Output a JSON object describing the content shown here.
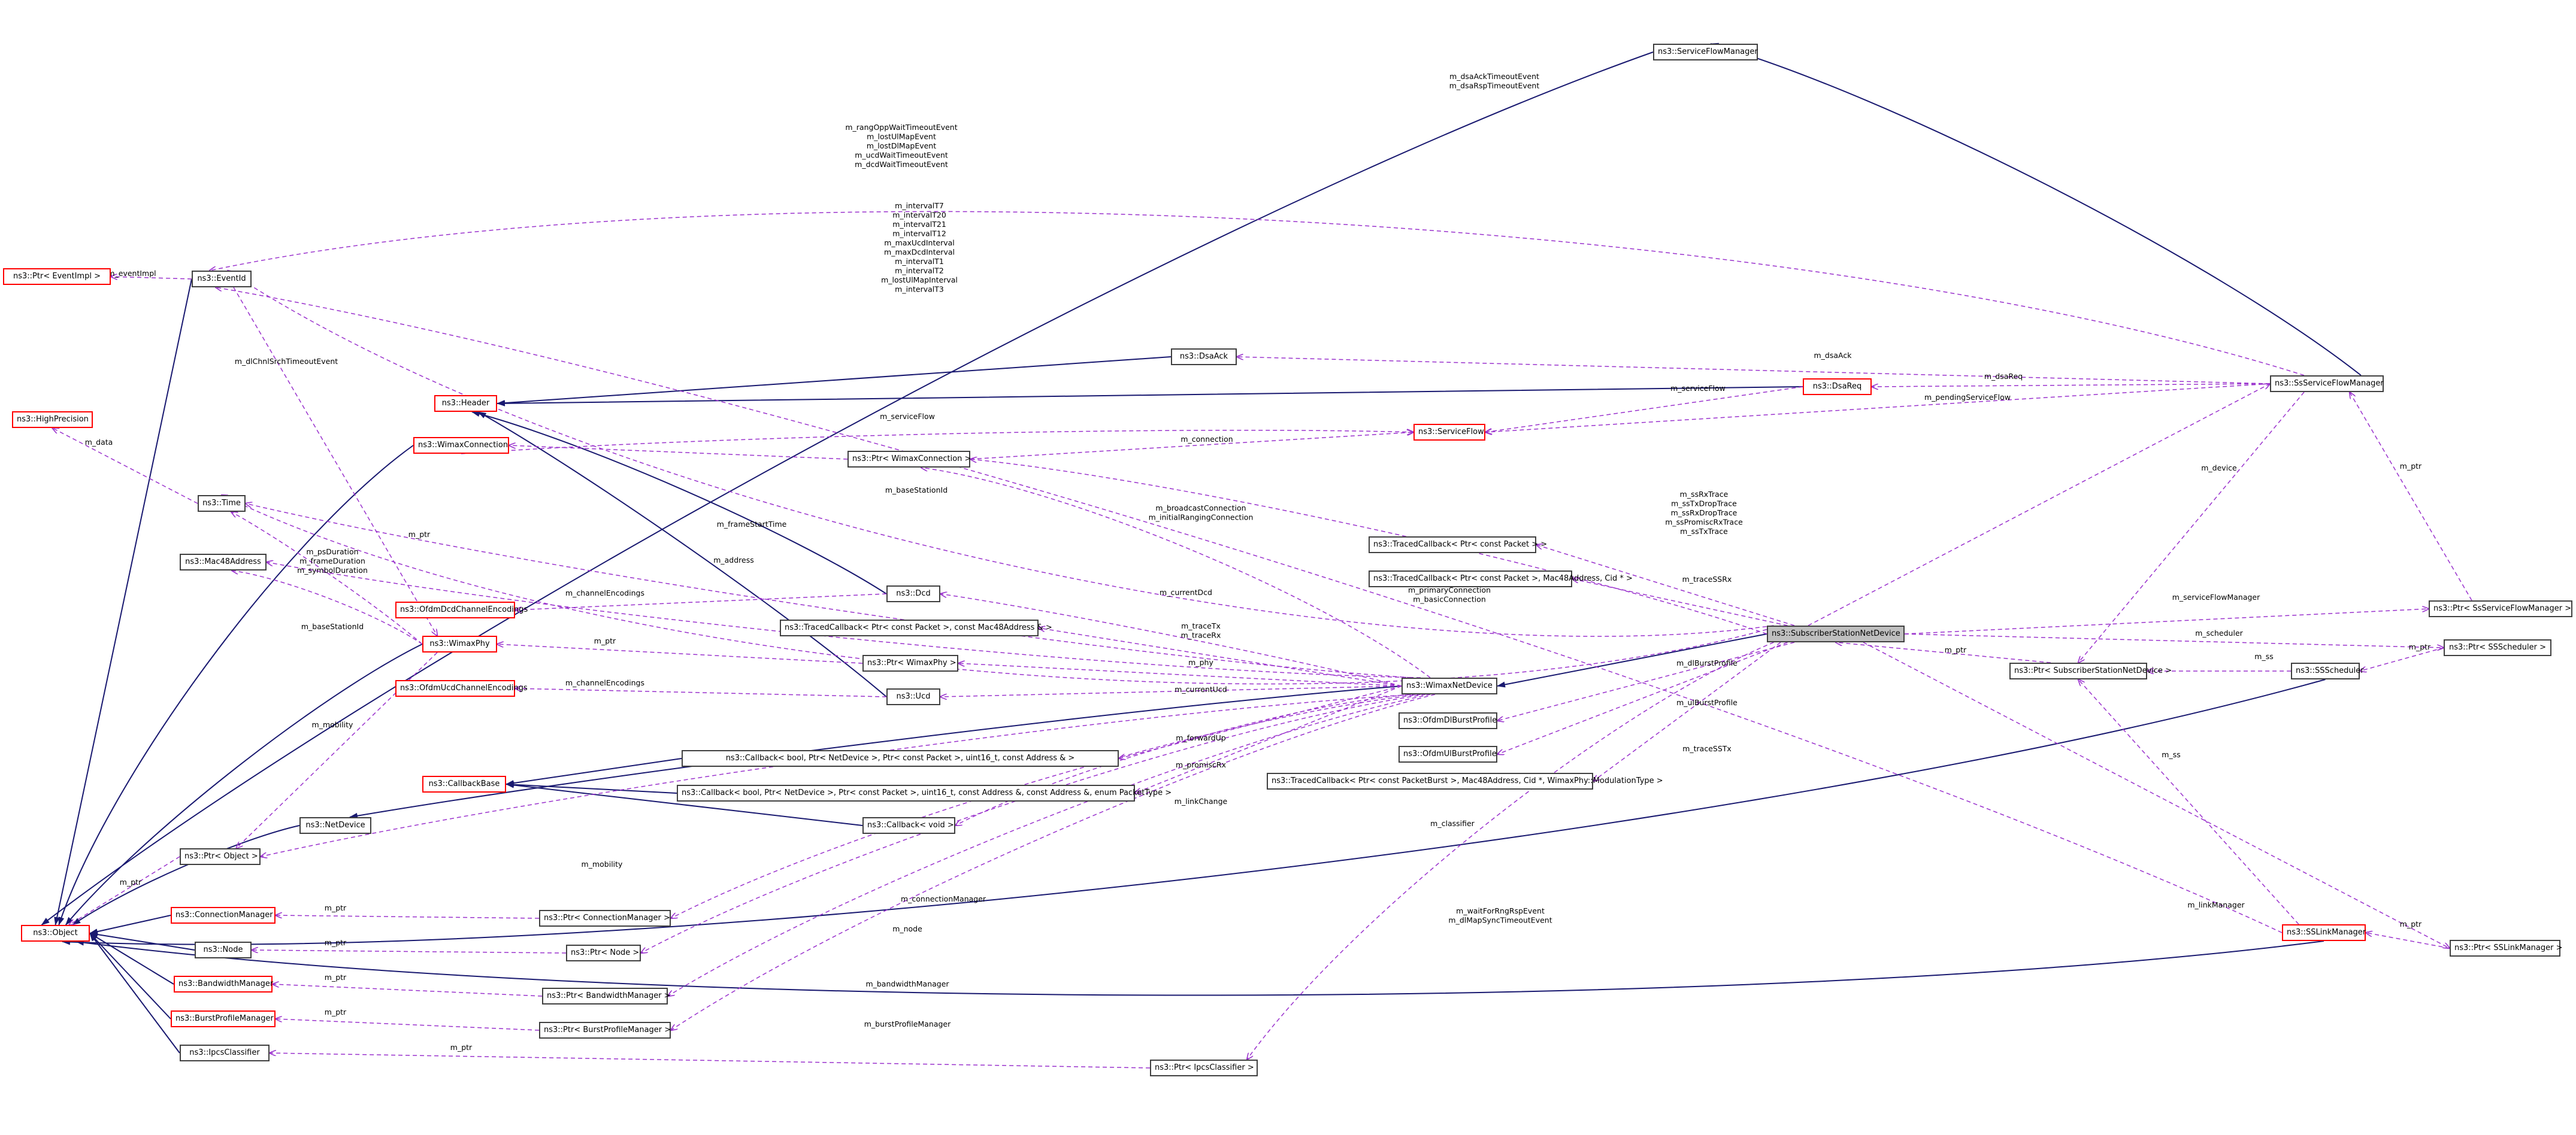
{
  "diagram": {
    "nodes": [
      {
        "id": "ssnd",
        "label": "ns3::SubscriberStationNetDevice",
        "kind": "focus"
      },
      {
        "id": "object",
        "label": "ns3::Object",
        "kind": "red"
      },
      {
        "id": "eventimpl",
        "label": "ns3::Ptr< EventImpl >",
        "kind": "red"
      },
      {
        "id": "eventid",
        "label": "ns3::EventId",
        "kind": "normal"
      },
      {
        "id": "highprec",
        "label": "ns3::HighPrecision",
        "kind": "red"
      },
      {
        "id": "time",
        "label": "ns3::Time",
        "kind": "normal"
      },
      {
        "id": "mac48",
        "label": "ns3::Mac48Address",
        "kind": "normal"
      },
      {
        "id": "header",
        "label": "ns3::Header",
        "kind": "red"
      },
      {
        "id": "wimaxconn",
        "label": "ns3::WimaxConnection",
        "kind": "red"
      },
      {
        "id": "ofdmdcd",
        "label": "ns3::OfdmDcdChannelEncodings",
        "kind": "red"
      },
      {
        "id": "wimaxphy",
        "label": "ns3::WimaxPhy",
        "kind": "red"
      },
      {
        "id": "ofdmucd",
        "label": "ns3::OfdmUcdChannelEncodings",
        "kind": "red"
      },
      {
        "id": "callbackbase",
        "label": "ns3::CallbackBase",
        "kind": "red"
      },
      {
        "id": "netdevice",
        "label": "ns3::NetDevice",
        "kind": "normal"
      },
      {
        "id": "ptrobject",
        "label": "ns3::Ptr< Object >",
        "kind": "normal"
      },
      {
        "id": "connmgr",
        "label": "ns3::ConnectionManager",
        "kind": "red"
      },
      {
        "id": "node",
        "label": "ns3::Node",
        "kind": "normal"
      },
      {
        "id": "bwmgr",
        "label": "ns3::BandwidthManager",
        "kind": "red"
      },
      {
        "id": "bpmgr",
        "label": "ns3::BurstProfileManager",
        "kind": "red"
      },
      {
        "id": "ipcs",
        "label": "ns3::IpcsClassifier",
        "kind": "normal"
      },
      {
        "id": "sfmgr",
        "label": "ns3::ServiceFlowManager",
        "kind": "normal"
      },
      {
        "id": "dsaack",
        "label": "ns3::DsaAck",
        "kind": "normal"
      },
      {
        "id": "dsareq",
        "label": "ns3::DsaReq",
        "kind": "red"
      },
      {
        "id": "serviceflow",
        "label": "ns3::ServiceFlow",
        "kind": "red"
      },
      {
        "id": "ptrwimaxconn",
        "label": "ns3::Ptr< WimaxConnection >",
        "kind": "normal"
      },
      {
        "id": "dcd",
        "label": "ns3::Dcd",
        "kind": "normal"
      },
      {
        "id": "tcb_mac",
        "label": "ns3::TracedCallback< Ptr< const Packet >, const Mac48Address & >",
        "kind": "normal"
      },
      {
        "id": "ptrwimaxphy",
        "label": "ns3::Ptr< WimaxPhy >",
        "kind": "normal"
      },
      {
        "id": "ucd",
        "label": "ns3::Ucd",
        "kind": "normal"
      },
      {
        "id": "cb_fwd",
        "label": "ns3::Callback< bool, Ptr< NetDevice >, Ptr< const Packet >, uint16_t, const Address & >",
        "kind": "normal"
      },
      {
        "id": "cb_promisc",
        "label": "ns3::Callback< bool, Ptr< NetDevice >, Ptr< const Packet >, uint16_t, const Address &, const Address &, enum PacketType >",
        "kind": "normal"
      },
      {
        "id": "cb_void",
        "label": "ns3::Callback< void >",
        "kind": "normal"
      },
      {
        "id": "ptrconnmgr",
        "label": "ns3::Ptr< ConnectionManager >",
        "kind": "normal"
      },
      {
        "id": "ptrnode",
        "label": "ns3::Ptr< Node >",
        "kind": "normal"
      },
      {
        "id": "ptrbwmgr",
        "label": "ns3::Ptr< BandwidthManager >",
        "kind": "normal"
      },
      {
        "id": "ptrbpmgr",
        "label": "ns3::Ptr< BurstProfileManager >",
        "kind": "normal"
      },
      {
        "id": "ptripcs",
        "label": "ns3::Ptr< IpcsClassifier >",
        "kind": "normal"
      },
      {
        "id": "tcb_pkt",
        "label": "ns3::TracedCallback< Ptr< const Packet > >",
        "kind": "normal"
      },
      {
        "id": "tcb_cid",
        "label": "ns3::TracedCallback< Ptr< const Packet >, Mac48Address, Cid * >",
        "kind": "normal"
      },
      {
        "id": "wimaxnd",
        "label": "ns3::WimaxNetDevice",
        "kind": "normal"
      },
      {
        "id": "ofdmdlbp",
        "label": "ns3::OfdmDlBurstProfile",
        "kind": "normal"
      },
      {
        "id": "ofdmulbp",
        "label": "ns3::OfdmUlBurstProfile",
        "kind": "normal"
      },
      {
        "id": "tcb_burst",
        "label": "ns3::TracedCallback< Ptr< const PacketBurst >, Mac48Address, Cid *, WimaxPhy::ModulationType >",
        "kind": "normal"
      },
      {
        "id": "sssfmgr",
        "label": "ns3::SsServiceFlowManager",
        "kind": "normal"
      },
      {
        "id": "ptrsssfmgr",
        "label": "ns3::Ptr< SsServiceFlowManager >",
        "kind": "normal"
      },
      {
        "id": "ptrssched",
        "label": "ns3::Ptr< SSScheduler >",
        "kind": "normal"
      },
      {
        "id": "ptrssnd",
        "label": "ns3::Ptr< SubscriberStationNetDevice >",
        "kind": "normal"
      },
      {
        "id": "ssched",
        "label": "ns3::SSScheduler",
        "kind": "normal"
      },
      {
        "id": "sslinkmgr",
        "label": "ns3::SSLinkManager",
        "kind": "red"
      },
      {
        "id": "ptrsslinkmgr",
        "label": "ns3::Ptr< SSLinkManager >",
        "kind": "normal"
      }
    ],
    "edge_labels": {
      "eventimpl": [
        "m_eventImpl"
      ],
      "highprec": [
        "m_data"
      ],
      "time_attrs": [
        "m_intervalT7",
        "m_intervalT20",
        "m_intervalT21",
        "m_intervalT12",
        "m_maxUcdInterval",
        "m_maxDcdInterval",
        "m_intervalT1",
        "m_intervalT2",
        "m_lostUlMapInterval",
        "m_intervalT3"
      ],
      "eventid_attrs": [
        "m_rangOppWaitTimeoutEvent",
        "m_lostUlMapEvent",
        "m_lostDlMapEvent",
        "m_ucdWaitTimeoutEvent",
        "m_dcdWaitTimeoutEvent"
      ],
      "dsa_timeouts": [
        "m_dsaAckTimeoutEvent",
        "m_dsaRspTimeoutEvent"
      ],
      "dlchnl": [
        "m_dlChnlSrchTimeoutEvent"
      ],
      "phy_times": [
        "m_psDuration",
        "m_frameDuration",
        "m_symbolDuration"
      ],
      "basestationid_phy": [
        "m_baseStationId"
      ],
      "mobility_phy": [
        "m_mobility"
      ],
      "ptr": [
        "m_ptr"
      ],
      "serviceflow": [
        "m_serviceFlow"
      ],
      "connection": [
        "m_connection"
      ],
      "basestationid": [
        "m_baseStationId"
      ],
      "framestart": [
        "m_frameStartTime"
      ],
      "address": [
        "m_address"
      ],
      "channel": [
        "m_channelEncodings"
      ],
      "bcast": [
        "m_broadcastConnection",
        "m_initialRangingConnection"
      ],
      "currentdcd": [
        "m_currentDcd"
      ],
      "tracetx": [
        "m_traceTx",
        "m_traceRx"
      ],
      "phy": [
        "m_phy"
      ],
      "currentucd": [
        "m_currentUcd"
      ],
      "fwd": [
        "m_forwardUp"
      ],
      "promisc": [
        "m_promiscRx"
      ],
      "linkchange": [
        "m_linkChange"
      ],
      "mobility": [
        "m_mobility"
      ],
      "connmgr": [
        "m_connectionManager"
      ],
      "node": [
        "m_node"
      ],
      "bwmgr": [
        "m_bandwidthManager"
      ],
      "bpmgr": [
        "m_burstProfileManager"
      ],
      "dsaack": [
        "m_dsaAck"
      ],
      "dsareq": [
        "m_dsaReq"
      ],
      "pendingsf": [
        "m_pendingServiceFlow"
      ],
      "sstraces": [
        "m_ssRxTrace",
        "m_ssTxDropTrace",
        "m_ssRxDropTrace",
        "m_ssPromiscRxTrace",
        "m_ssTxTrace"
      ],
      "tracessrx": [
        "m_traceSSRx"
      ],
      "primary": [
        "m_primaryConnection",
        "m_basicConnection"
      ],
      "dlburst": [
        "m_dlBurstProfile"
      ],
      "ulburst": [
        "m_ulBurstProfile"
      ],
      "tracesstx": [
        "m_traceSSTx"
      ],
      "classifier": [
        "m_classifier"
      ],
      "device": [
        "m_device"
      ],
      "sfmgr": [
        "m_serviceFlowManager"
      ],
      "scheduler": [
        "m_scheduler"
      ],
      "ss": [
        "m_ss"
      ],
      "linkmgr": [
        "m_linkManager"
      ],
      "waitrng": [
        "m_waitForRngRspEvent",
        "m_dlMapSyncTimeoutEvent"
      ]
    }
  }
}
